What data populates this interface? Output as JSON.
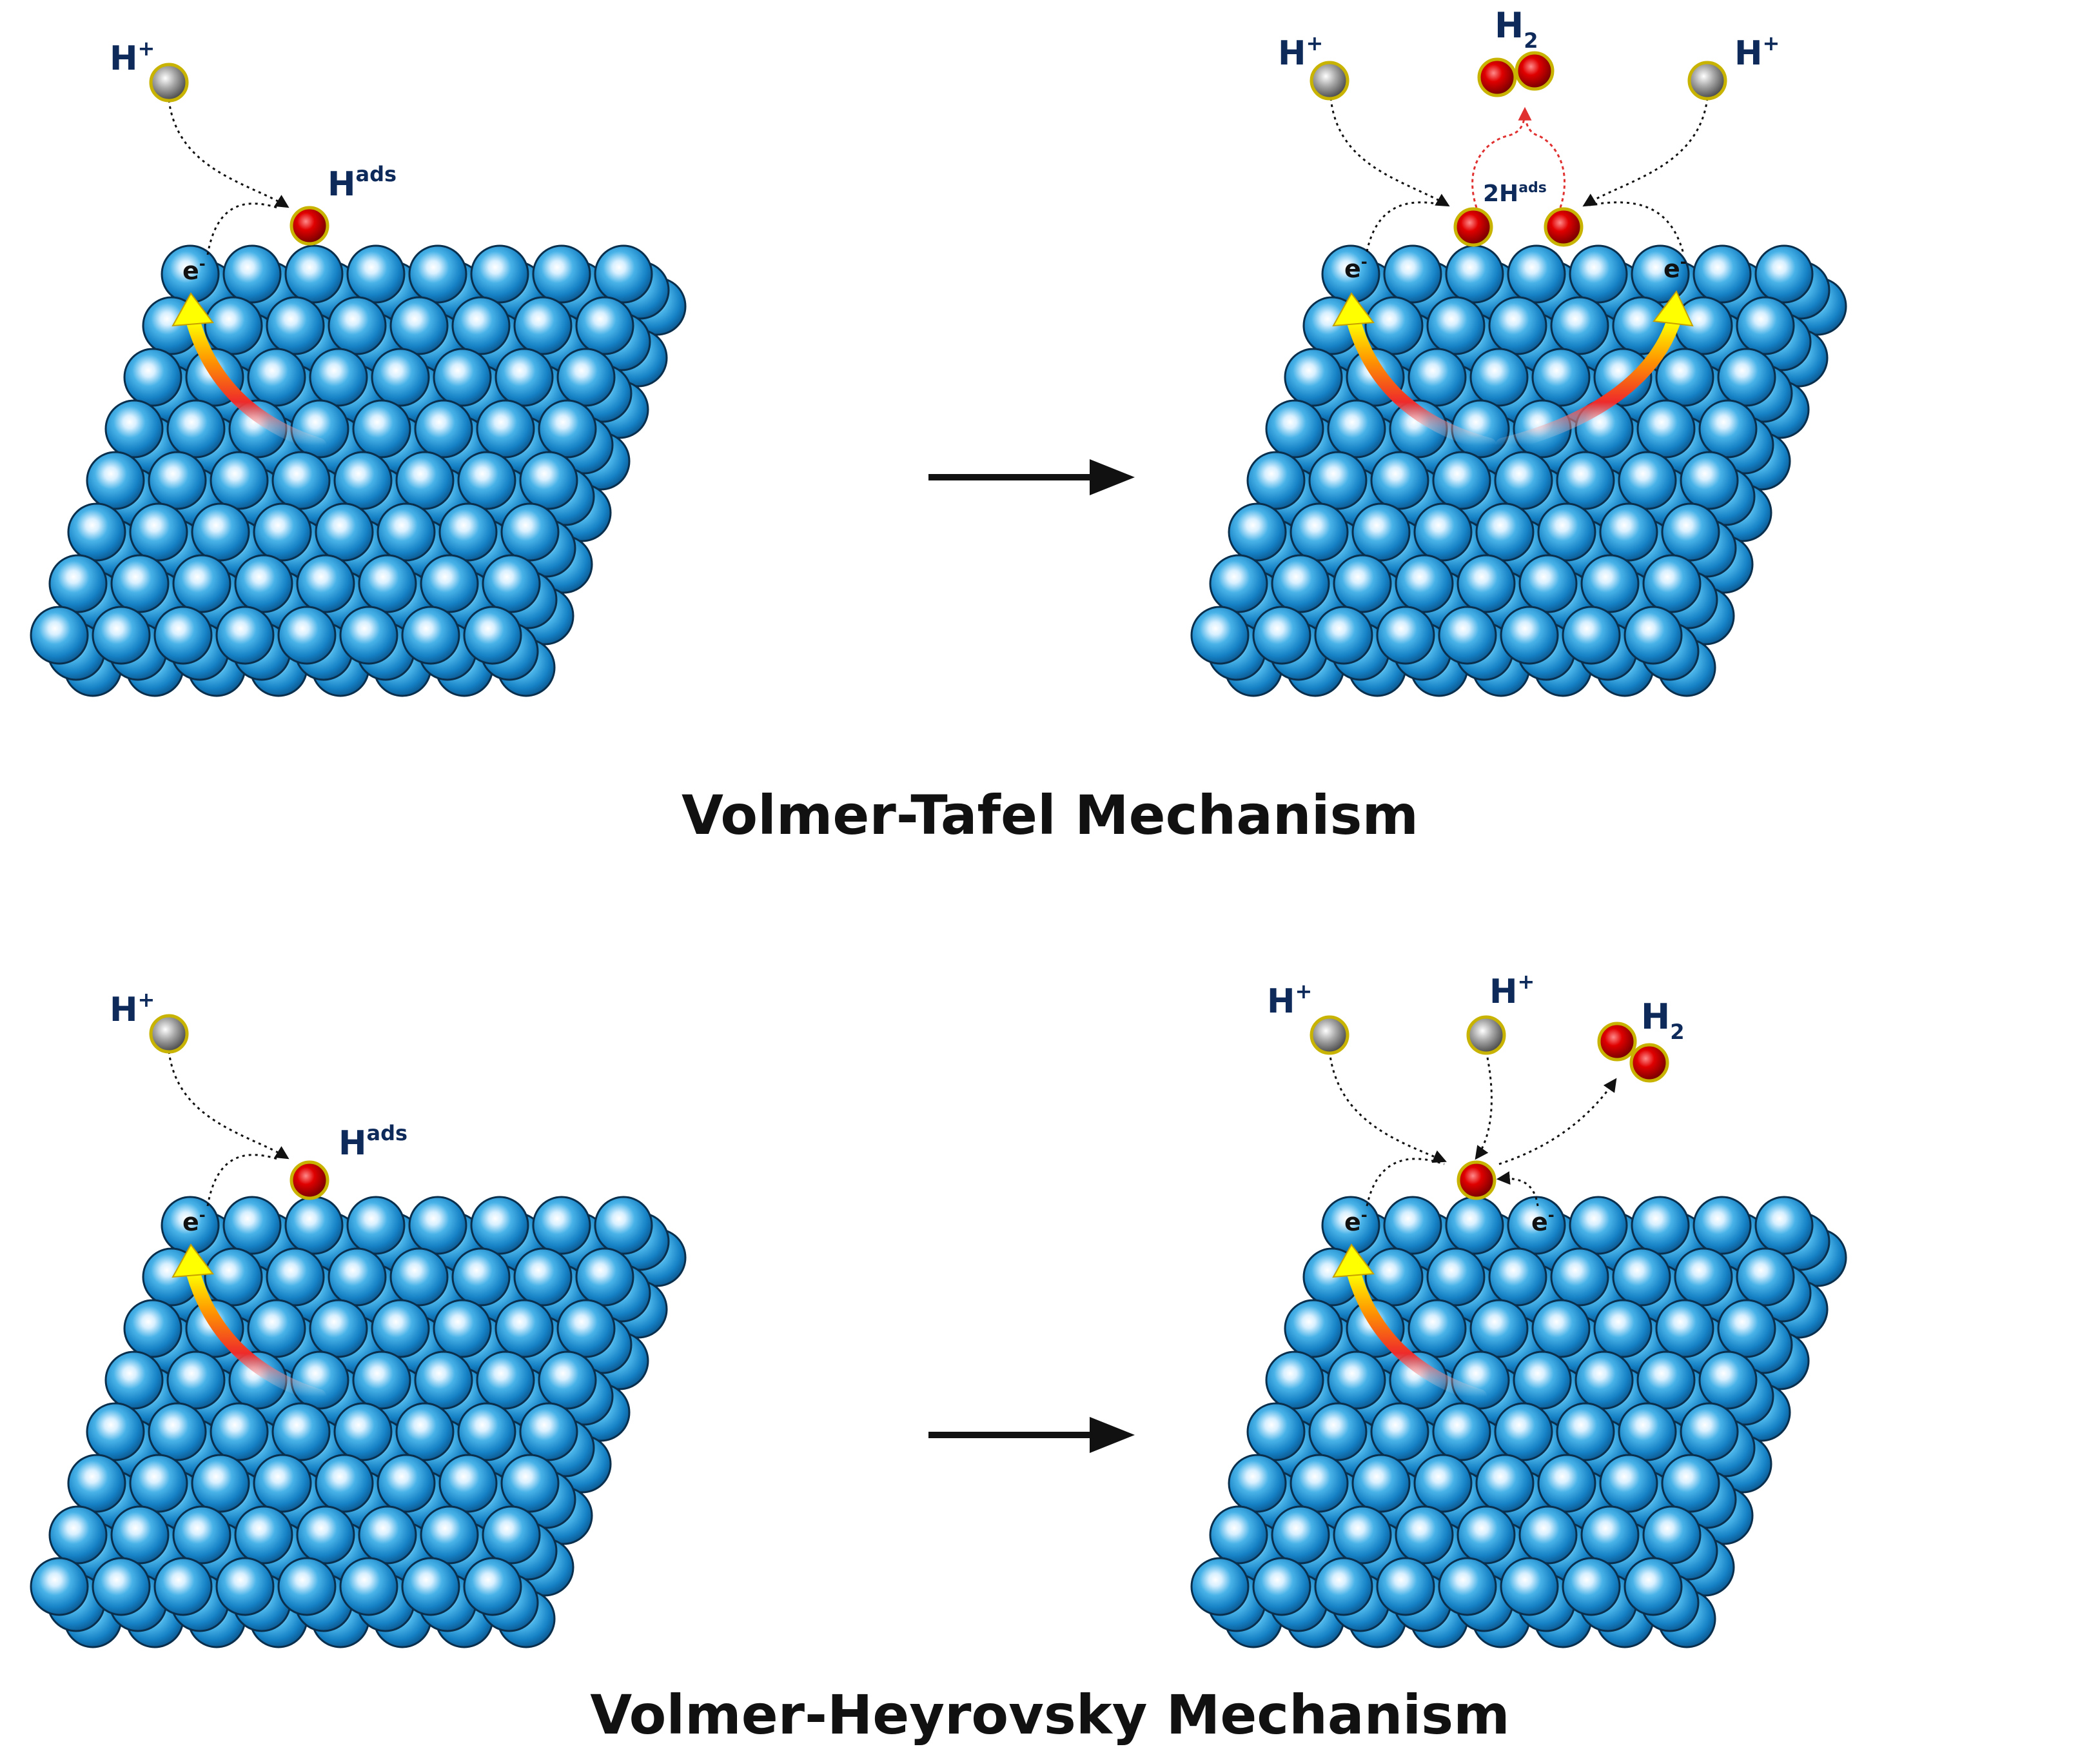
{
  "titles": {
    "top": "Volmer-Tafel Mechanism",
    "bottom": "Volmer-Heyrovsky Mechanism"
  },
  "labels": {
    "h_plus": "H",
    "h_plus_sup": "+",
    "h_ads": "H",
    "h_ads_sup": "ads",
    "two_h_ads": "2H",
    "h2": "H",
    "h2_sub": "2",
    "electron": "e",
    "electron_sup": "-"
  },
  "colors": {
    "surface_atom": "#1e8fd0",
    "surface_atom_highlight": "#ffffff",
    "adsorbed_h": "#e00000",
    "proton": "#8a8a8a",
    "ring": "#c8b400",
    "label_text": "#0d2a5a",
    "title_text": "#111111",
    "tafel_combination_arrow": "#e03030"
  }
}
